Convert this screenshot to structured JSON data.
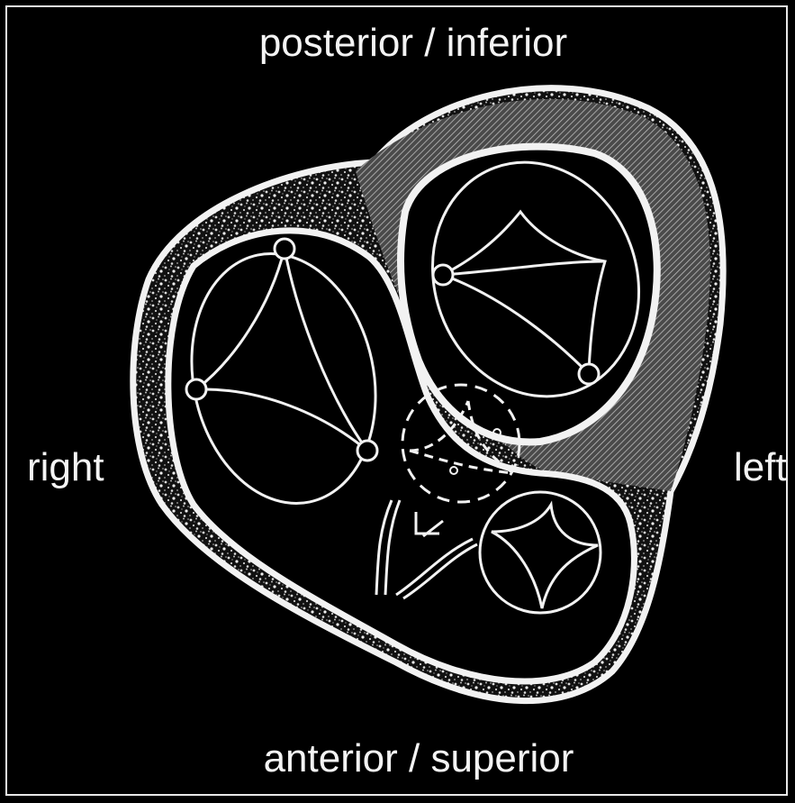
{
  "labels": {
    "top": "posterior / inferior",
    "bottom": "anterior / superior",
    "left": "right",
    "right": "left"
  },
  "colors": {
    "background": "#000000",
    "line": "#f2f2f2",
    "frame": "#e8e8e8"
  }
}
